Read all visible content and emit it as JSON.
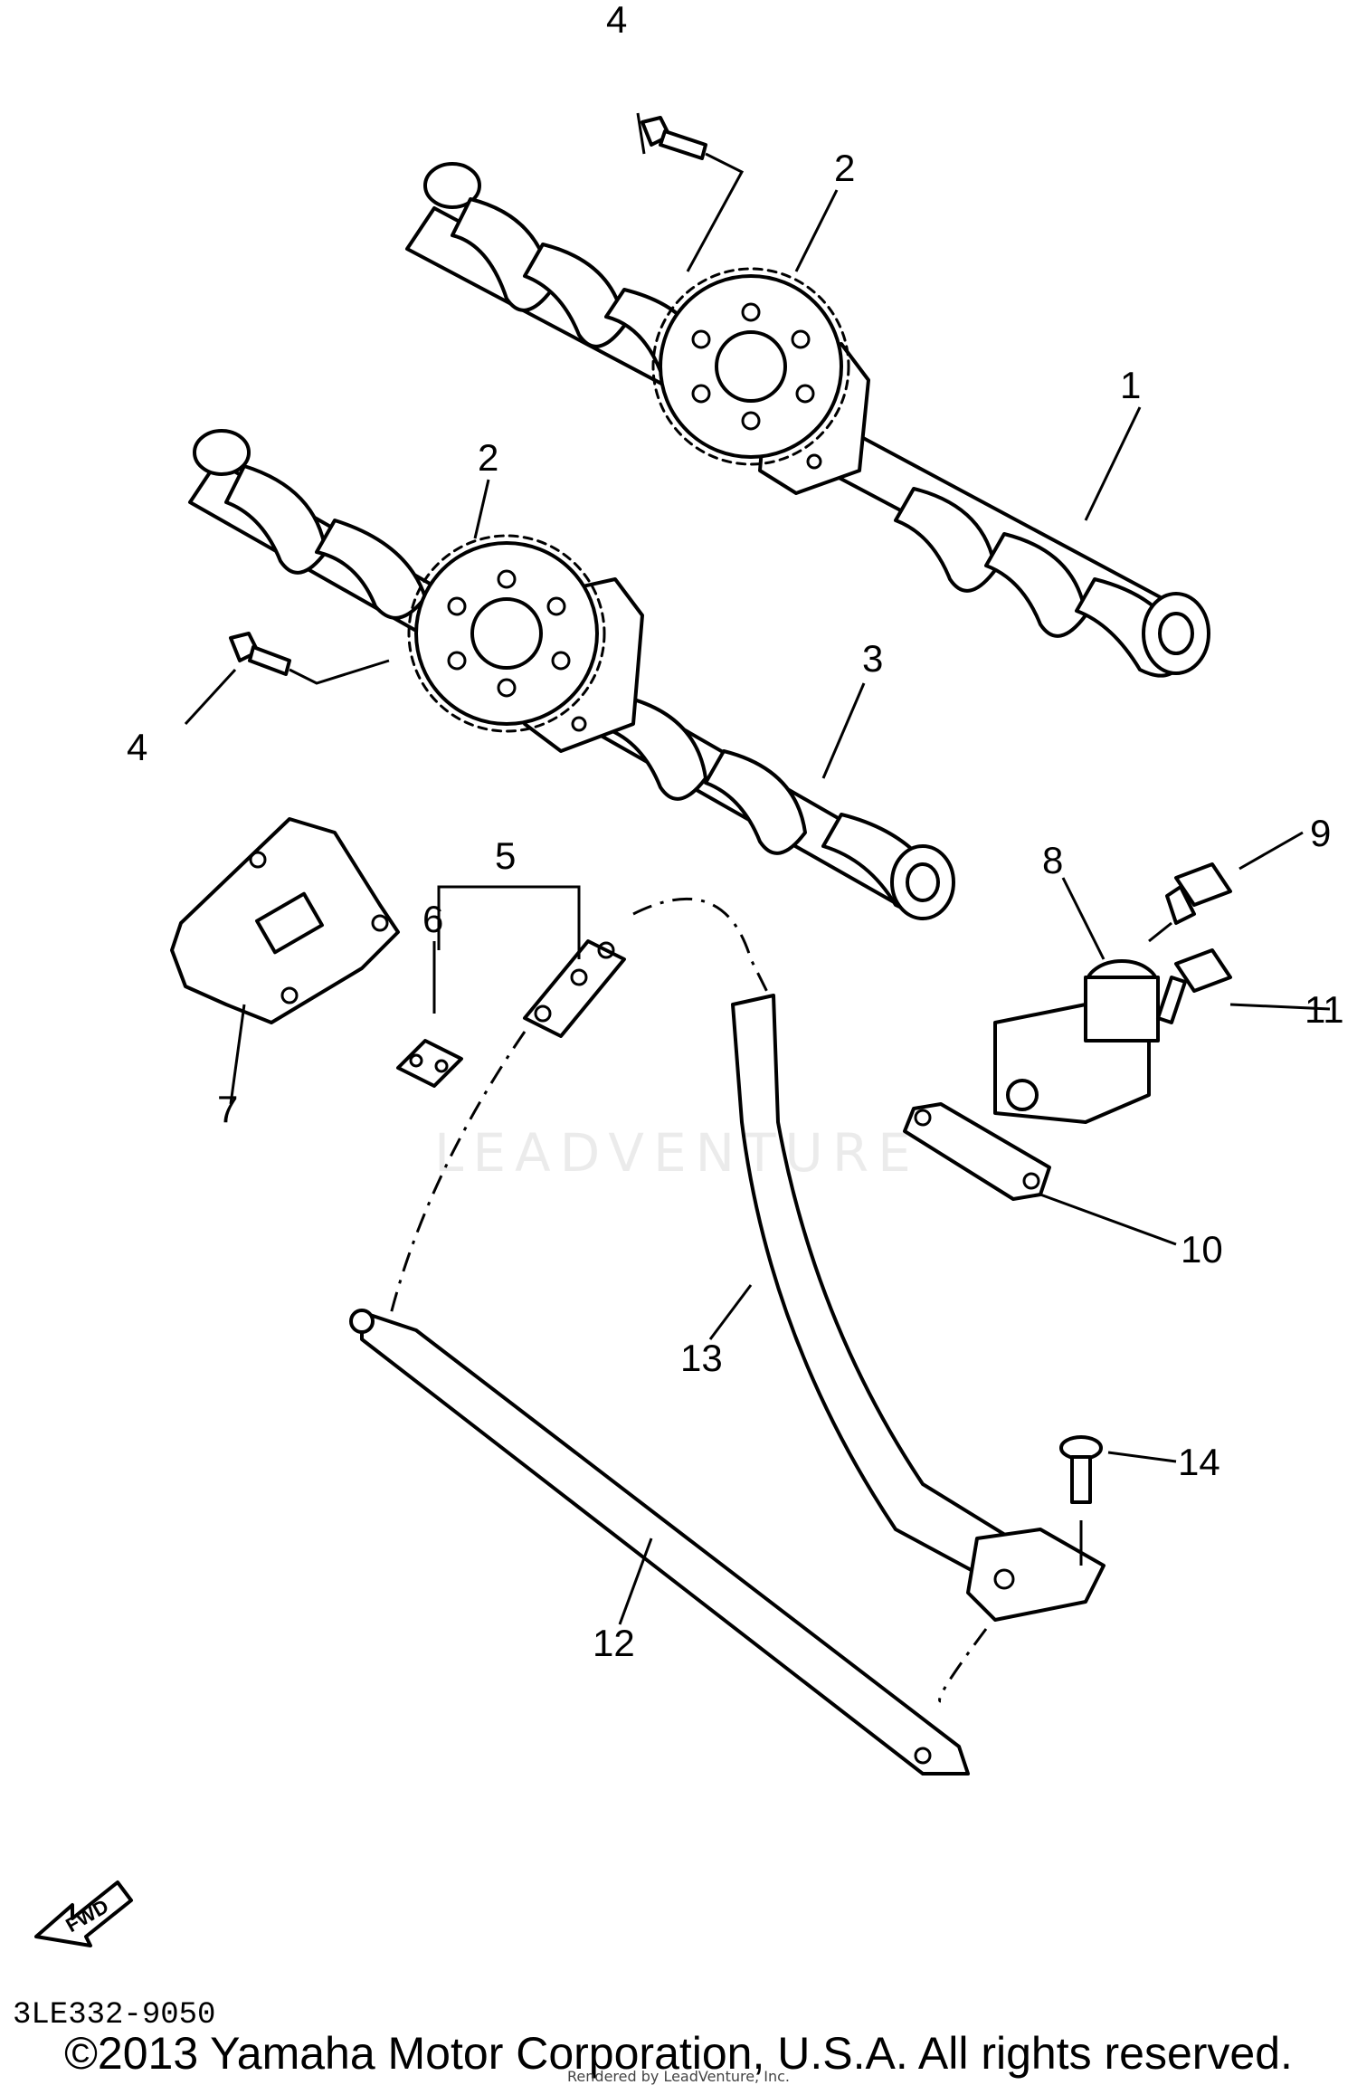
{
  "callouts": {
    "c1": "1",
    "c2a": "2",
    "c2b": "2",
    "c3": "3",
    "c4a": "4",
    "c4b": "4",
    "c5": "5",
    "c6": "6",
    "c7": "7",
    "c8": "8",
    "c9": "9",
    "c10": "10",
    "c11": "11",
    "c12": "12",
    "c13": "13",
    "c14": "14"
  },
  "fwd_label": "FWD",
  "diagram_code": "3LE332-9050",
  "copyright": "©2013 Yamaha Motor Corporation, U.S.A. All rights reserved.",
  "rendered_by": "Rendered by LeadVenture, Inc.",
  "watermark": "LEADVENTURE",
  "colors": {
    "line": "#000000",
    "background": "#ffffff"
  }
}
